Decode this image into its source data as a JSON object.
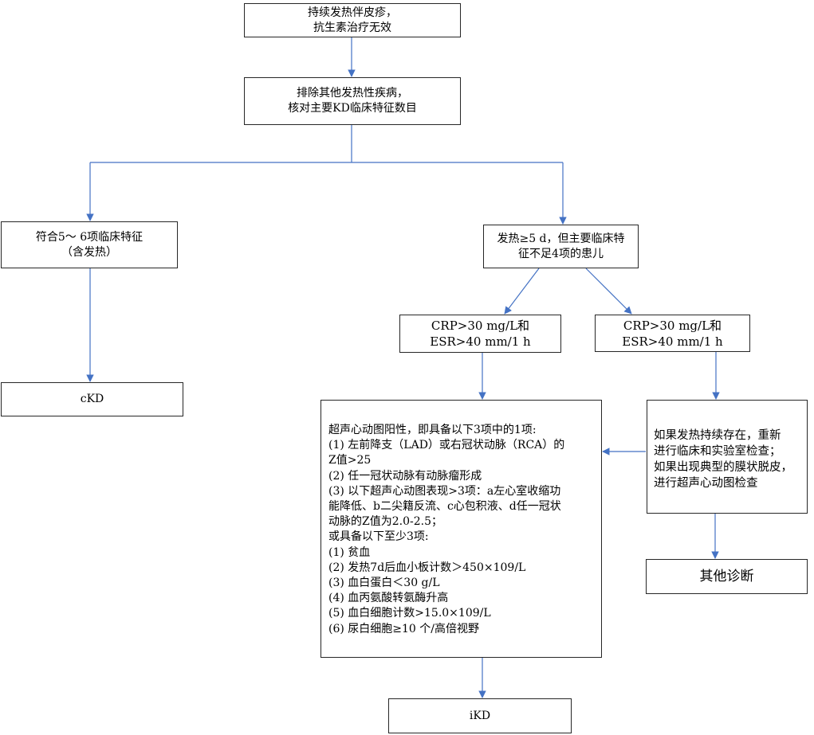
{
  "diagram": {
    "nodes": {
      "fever_rash": "持续发热伴皮疹，\n抗生素治疗无效",
      "exclude": "排除其他发热性疾病，\n核对主要KD临床特征数目",
      "criteria_5_6": "符合5～ 6项临床特征\n（含发热）",
      "fever_lt4": "发热≥5 d，但主要临床特\n征不足4项的患儿",
      "crp_a": "CRP>30 mg/L和\nESR>40 mm/1 h",
      "crp_b": "CRP>30 mg/L和\nESR>40 mm/1 h",
      "ckd": "cKD",
      "echo": "超声心动图阳性，即具备以下3项中的1项:\n(1) 左前降支（LAD）或右冠状动脉（RCA）的\nZ值>25\n(2) 任一冠状动脉有动脉瘤形成\n(3) 以下超声心动图表现>3项：a左心室收缩功\n能降低、b二尖籍反流、c心包积液、d任一冠状\n动脉的Z值为2.0-2.5；\n或具备以下至少3项:\n(1) 贫血\n(2) 发热7d后血小板计数＞450×109/L\n(3) 血白蛋白＜30 g/L\n(4) 血丙氨酸转氨酶升高\n(5) 血白细胞计数>15.0×109/L\n(6) 尿白细胞≥10 个/高倍视野",
      "persist": "如果发热持续存在，重新\n进行临床和实验室检查；\n如果出现典型的膜状脱皮，\n进行超声心动图检查",
      "other_dx": "其他诊断",
      "ikd": "iKD"
    },
    "colors": {
      "connector": "#4472c4",
      "border": "#262626"
    }
  }
}
